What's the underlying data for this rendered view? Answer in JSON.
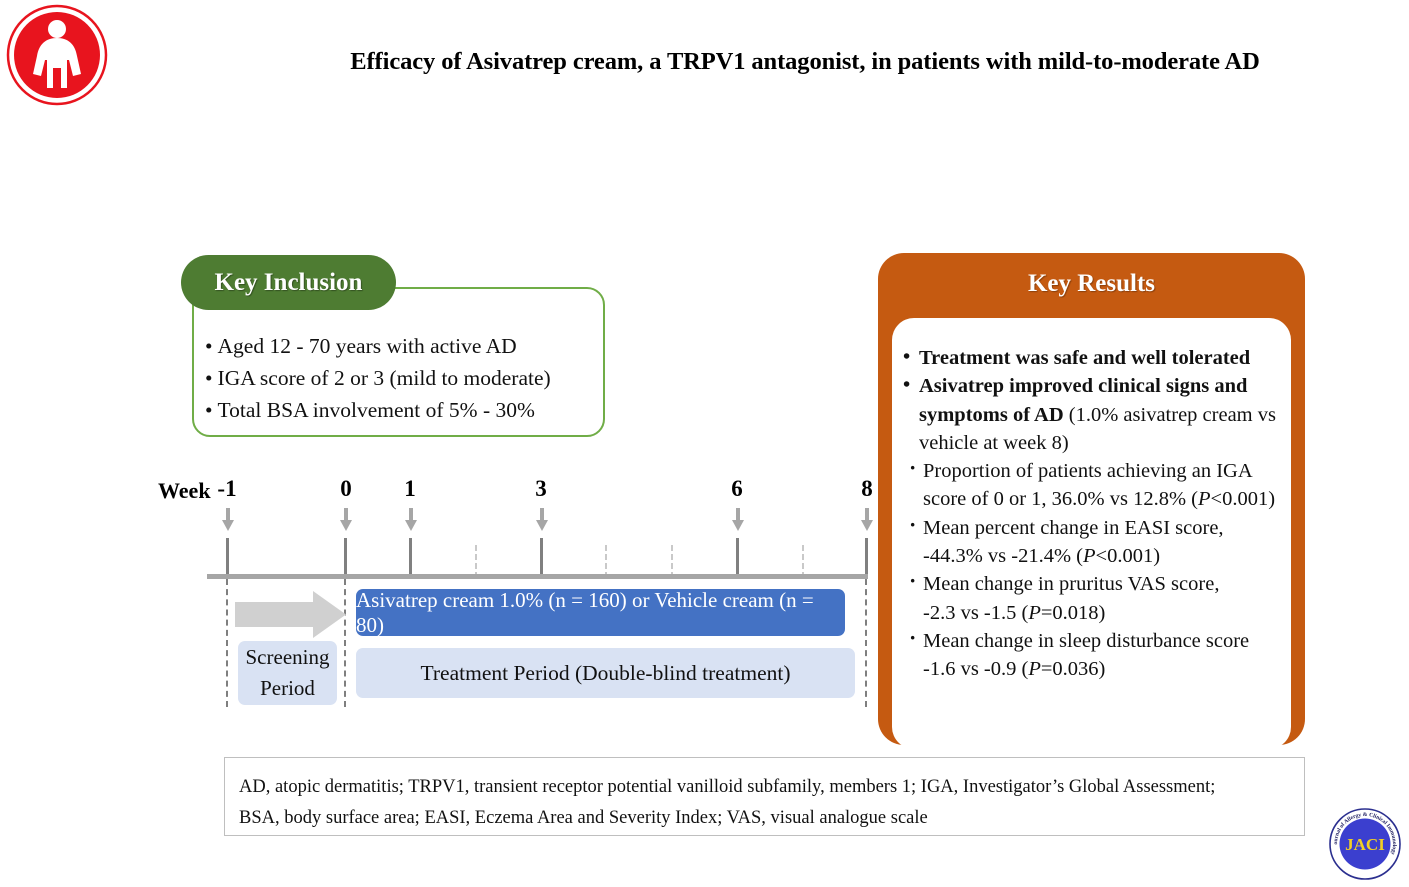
{
  "header": {
    "title": "Efficacy of Asivatrep cream, a TRPV1 antagonist, in patients with mild-to-moderate AD",
    "logo_name": "person-in-red-circle-logo"
  },
  "inclusion": {
    "tab_label": "Key Inclusion",
    "items": [
      "Aged 12 - 70 years with active AD",
      "IGA score of 2 or 3 (mild to moderate)",
      "Total BSA involvement of 5% - 30%"
    ],
    "bullet_glyph": "•",
    "accent_color": "#70AD47",
    "tab_color": "#4E7C32"
  },
  "results": {
    "title": "Key Results",
    "panel_color": "#C55A11",
    "bullets": [
      {
        "bold": "Treatment was safe and well tolerated",
        "rest": ""
      },
      {
        "bold": "Asivatrep improved clinical signs and symptoms of AD",
        "rest": " (1.0% asivatrep cream vs vehicle at week 8)"
      }
    ],
    "sub_bullets": [
      {
        "line1": "Proportion of patients achieving an IGA",
        "line2_pre": "score of 0 or 1, 36.0% vs 12.8% (",
        "p_italic": "P",
        "line2_post": "<0.001)"
      },
      {
        "line1": "Mean percent change in EASI score,",
        "line2_pre": "-44.3% vs -21.4% (",
        "p_italic": "P",
        "line2_post": "<0.001)"
      },
      {
        "line1": "Mean change in pruritus VAS score,",
        "line2_pre": "-2.3 vs -1.5 (",
        "p_italic": "P",
        "line2_post": "=0.018)"
      },
      {
        "line1": "Mean change in sleep disturbance score",
        "line2_pre": "-1.6 vs -0.9 (",
        "p_italic": "P",
        "line2_post": "=0.036)"
      }
    ]
  },
  "timeline": {
    "week_axis_label": "Week",
    "week_labels": [
      "-1",
      "0",
      "1",
      "3",
      "6",
      "8"
    ],
    "blue_bar_label": "Asivatrep cream 1.0% (n = 160) or Vehicle cream (n = 80)",
    "screening_line1": "Screening",
    "screening_line2": "Period",
    "treatment_label": "Treatment Period (Double-blind treatment)",
    "blue_color": "#4472C4",
    "light_blue_color": "#D9E2F3",
    "arrow_color": "#D0D0D0"
  },
  "footnote": {
    "line1": "AD, atopic dermatitis; TRPV1, transient receptor potential vanilloid subfamily, members 1; IGA, Investigator’s Global Assessment;",
    "line2": "BSA, body surface area; EASI, Eczema Area and Severity Index; VAS, visual analogue scale"
  },
  "seal": {
    "center_text": "JACI",
    "ring_text": "The Journal of Allergy & Clinical Immunology"
  }
}
